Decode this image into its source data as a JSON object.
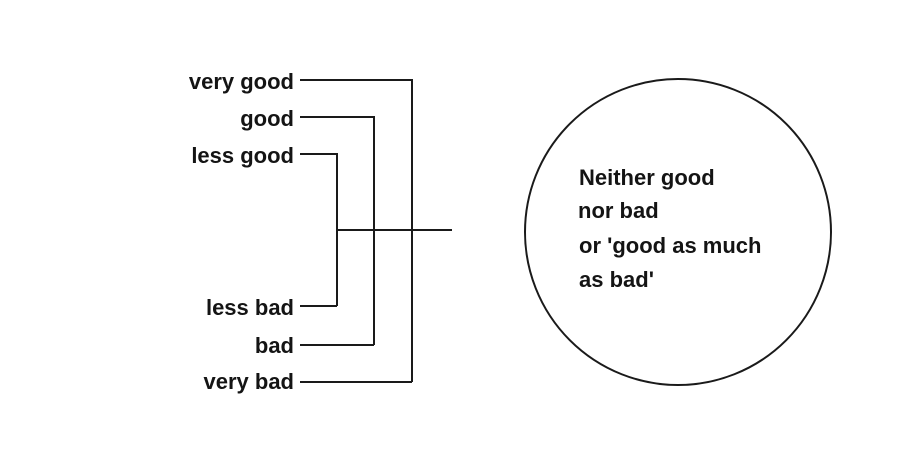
{
  "scale": {
    "labels": [
      "very good",
      "good",
      "less good",
      "less bad",
      "bad",
      "very bad"
    ]
  },
  "circle": {
    "lines": [
      "Neither good",
      "nor bad",
      "or 'good as much",
      "as bad'"
    ]
  }
}
